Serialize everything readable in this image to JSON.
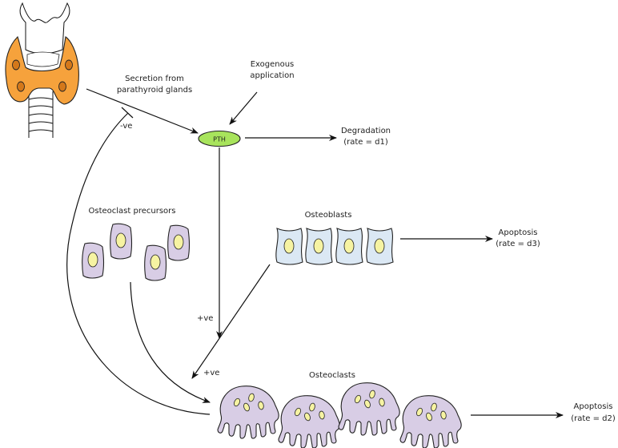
{
  "labels": {
    "secretion": [
      "Secretion from",
      "parathyroid glands"
    ],
    "exogenous": [
      "Exogenous",
      "application"
    ],
    "pth": "PTH",
    "degradation": [
      "Degradation",
      "(rate = d1)"
    ],
    "negative_feedback": "-ve",
    "pth_positive": "+ve",
    "osteoblast_positive": "+ve",
    "osteoclast_precursors": "Osteoclast precursors",
    "osteoblasts": "Osteoblasts",
    "osteoblast_apoptosis": [
      "Apoptosis",
      "(rate = d3)"
    ],
    "osteoclasts": "Osteoclasts",
    "osteoclast_apoptosis": [
      "Apoptosis",
      "(rate = d2)"
    ]
  },
  "colors": {
    "thyroid": "#f6a23c",
    "parathyroid": "#d4781a",
    "pth": "#a8e45c",
    "osteoblast": "#dbe8f4",
    "osteoclast": "#d8cde5",
    "nucleus": "#f6f3a2"
  }
}
